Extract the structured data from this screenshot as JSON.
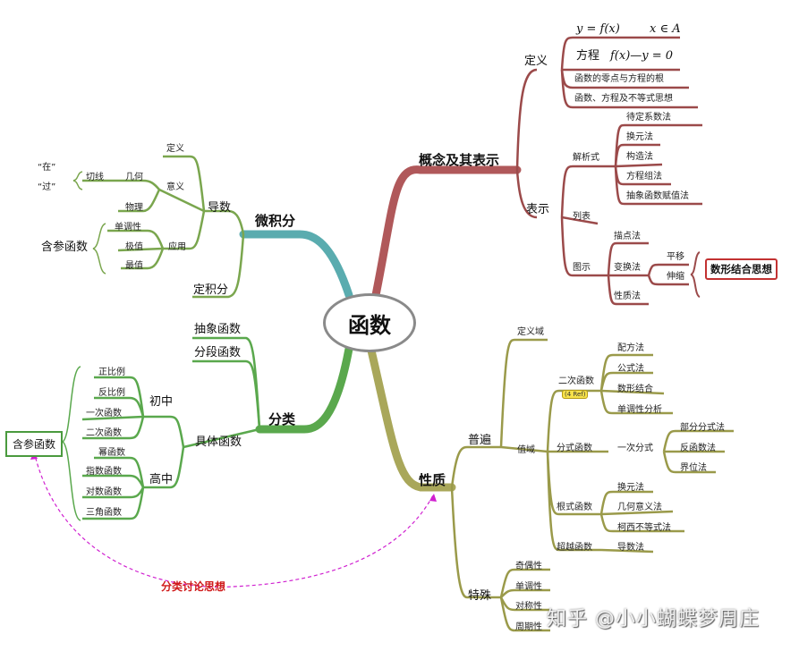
{
  "center": "函数",
  "concept": {
    "title": "概念及其表示",
    "def": {
      "label": "定义",
      "formula1": "y = f(x)",
      "formula1b": "x ∈ A",
      "eq_prefix": "方程",
      "eq": "f(x)—y = 0",
      "items": [
        "函数的零点与方程的根",
        "函数、方程及不等式思想"
      ]
    },
    "repr": {
      "label": "表示",
      "analytic": "解析式",
      "analytic_items": [
        "待定系数法",
        "换元法",
        "构造法",
        "方程组法",
        "抽象函数赋值法"
      ],
      "table": "列表",
      "graph": "图示",
      "graph_items": [
        "描点法",
        "变换法",
        "性质法"
      ],
      "transform_items": [
        "平移",
        "伸缩"
      ],
      "idea": "数形结合思想"
    }
  },
  "properties": {
    "title": "性质",
    "general": "普遍",
    "domain": "定义域",
    "range": "值域",
    "quadratic": "二次函数",
    "quadratic_badge": "(4 Ref)",
    "quadratic_items": [
      "配方法",
      "公式法",
      "数形结合",
      "单调性分析"
    ],
    "fraction": "分式函数",
    "linear_frac": "一次分式",
    "linear_frac_items": [
      "部分分式法",
      "反函数法",
      "界位法"
    ],
    "radical": "根式函数",
    "radical_items": [
      "换元法",
      "几何意义法",
      "柯西不等式法"
    ],
    "transcendental": "超越函数",
    "transcendental_items": [
      "导数法"
    ],
    "special": "特殊",
    "special_items": [
      "奇偶性",
      "单调性",
      "对称性",
      "周期性"
    ]
  },
  "calculus": {
    "title": "微积分",
    "derivative": "导数",
    "def_label": "定义",
    "meaning": "意义",
    "geometry": "几何",
    "tangent": "切线",
    "quote1": "“在”",
    "quote2": "“过”",
    "physics": "物理",
    "application": "应用",
    "app_items": [
      "单调性",
      "极值",
      "最值"
    ],
    "param": "含参函数",
    "integral": "定积分"
  },
  "classification": {
    "title": "分类",
    "abstract": "抽象函数",
    "piecewise": "分段函数",
    "specific": "具体函数",
    "junior": "初中",
    "junior_items": [
      "正比例",
      "反比例",
      "一次函数",
      "二次函数"
    ],
    "senior": "高中",
    "senior_items": [
      "幂函数",
      "指数函数",
      "对数函数",
      "三角函数"
    ],
    "param": "含参函数"
  },
  "discussion": "分类讨论思想",
  "watermark": "知乎 @小小蝴蝶梦周庄",
  "colors": {
    "concept": "#b0585a",
    "properties": "#a9a75a",
    "calculus": "#5aacaf",
    "classification": "#5aa84d",
    "leaf_line": "#9b4a4a",
    "olive_line": "#9a9a4a",
    "derivative_line": "#7aa64e",
    "dashed": "#d020d0",
    "highlight_border": "#c23232"
  }
}
